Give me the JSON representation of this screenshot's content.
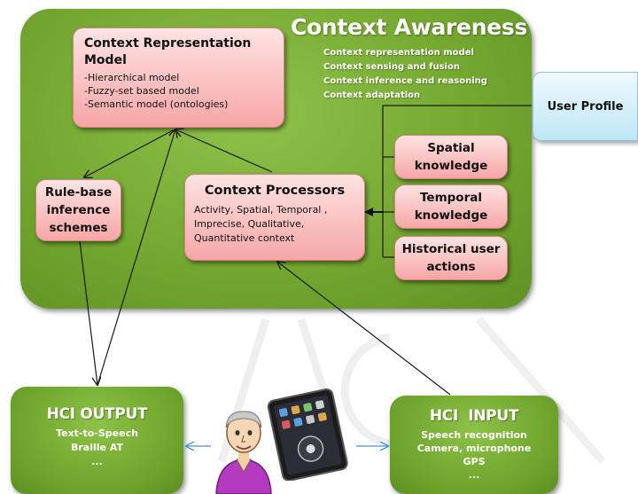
{
  "context_awareness": {
    "title": "Context Awareness",
    "items": [
      "Context representation model",
      "Context sensing and fusion",
      "Context inference and reasoning",
      "Context adaptation"
    ]
  },
  "representation_model": {
    "title": "Context Representation Model",
    "items": [
      "-Hierarchical model",
      "-Fuzzy-set based model",
      "-Semantic model (ontologies)"
    ]
  },
  "rule_base": {
    "label": "Rule-base inference schemes"
  },
  "processors": {
    "title": "Context Processors",
    "description": "Activity, Spatial, Temporal , Imprecise, Qualitative, Quantitative context"
  },
  "knowledge": [
    {
      "label": "Spatial knowledge"
    },
    {
      "label": "Temporal knowledge"
    },
    {
      "label": "Historical user actions"
    }
  ],
  "user_profile": {
    "label": "User Profile"
  },
  "hci_output": {
    "title": "HCI OUTPUT",
    "items": [
      "Text-to-Speech",
      "Braille AT",
      "..."
    ]
  },
  "hci_input": {
    "title": "HCI  INPUT",
    "items": [
      "Speech recognition",
      "Camera, microphone",
      "GPS",
      "..."
    ]
  },
  "colors": {
    "container_green": "#74a830",
    "box_pink": "#f6a6a6",
    "user_profile_blue": "#bfe6f7",
    "arrow_blue": "#4a8fd0"
  },
  "icons": [
    "user-figure-icon",
    "tablet-device-icon"
  ]
}
